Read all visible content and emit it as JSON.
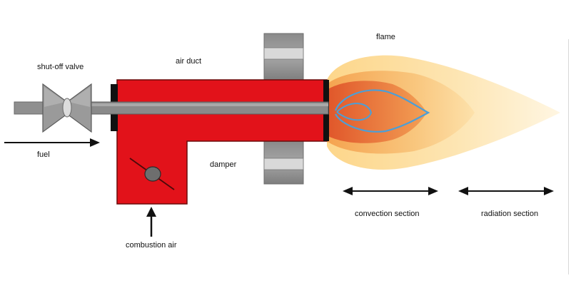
{
  "labels": {
    "shutoff_valve": "shut-off valve",
    "air_duct": "air duct",
    "flame": "flame",
    "fuel": "fuel",
    "damper": "damper",
    "combustion_air": "combustion air",
    "convection_section": "convection section",
    "radiation_section": "radiation section"
  },
  "colors": {
    "burner_body": "#e2121a",
    "burner_outline": "#6b0b0b",
    "fuel_pipe": "#8a8a8a",
    "valve": "#9a9a9a",
    "flange_plate": "#111111",
    "wall_block": "#8f8f8f",
    "wall_block_light": "#d6d6d6",
    "flame_outer": "#fde2a4",
    "flame_mid": "#f8bd6a",
    "flame_core": "#ea7c3a",
    "flame_inner_outline": "#4a9fd8",
    "arrow": "#111111"
  }
}
